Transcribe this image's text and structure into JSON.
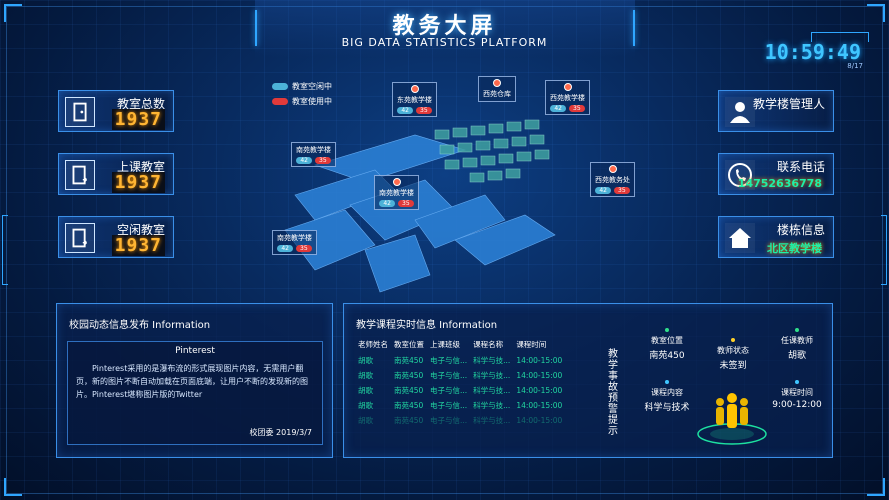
{
  "header": {
    "title": "教务大屏",
    "subtitle": "BIG DATA STATISTICS PLATFORM",
    "clock": "10:59:49",
    "date": "8/17"
  },
  "left_cards": [
    {
      "label": "教室总数",
      "value": "1937",
      "icon": "door-icon"
    },
    {
      "label": "上课教室",
      "value": "1937",
      "icon": "classroom-in-use-icon"
    },
    {
      "label": "空闲教室",
      "value": "1937",
      "icon": "classroom-free-icon"
    }
  ],
  "right_cards": [
    {
      "label": "教学楼管理人",
      "value": "",
      "icon": "person-icon"
    },
    {
      "label": "联系电话",
      "value": "14752636778",
      "icon": "phone-icon"
    },
    {
      "label": "楼栋信息",
      "value": "北区教学楼",
      "icon": "home-icon"
    }
  ],
  "legend": {
    "free": "教室空闲中",
    "used": "教室使用中",
    "free_color": "#4cb2d8",
    "used_color": "#e13a3a"
  },
  "buildings": [
    {
      "name": "东苑教学楼",
      "free": "42",
      "used": "35"
    },
    {
      "name": "西苑仓库"
    },
    {
      "name": "西苑教学楼",
      "free": "42",
      "used": "35"
    },
    {
      "name": "南苑教学楼",
      "free": "42",
      "used": "35"
    },
    {
      "name": "南苑教学楼",
      "free": "42",
      "used": "35"
    },
    {
      "name": "西苑教务处",
      "free": "42",
      "used": "35"
    },
    {
      "name": "南苑教学楼",
      "free": "42",
      "used": "35"
    }
  ],
  "news": {
    "title": "校园动态信息发布  Information",
    "head": "Pinterest",
    "body": "Pinterest采用的是瀑布流的形式展现图片内容，无需用户翻页，新的图片不断自动加载在页面底端，让用户不断的发现新的图片。Pinterest堪称图片版的Twitter",
    "sign": "校团委   2019/3/7"
  },
  "courses": {
    "title": "教学课程实时信息  Information",
    "columns": [
      "老师姓名",
      "教室位置",
      "上课班级",
      "课程名称",
      "课程时间"
    ],
    "rows": [
      [
        "胡歌",
        "南苑450",
        "电子与信...",
        "科学与技...",
        "14:00-15:00"
      ],
      [
        "胡歌",
        "南苑450",
        "电子与信...",
        "科学与技...",
        "14:00-15:00"
      ],
      [
        "胡歌",
        "南苑450",
        "电子与信...",
        "科学与技...",
        "14:00-15:00"
      ],
      [
        "胡歌",
        "南苑450",
        "电子与信...",
        "科学与技...",
        "14:00-15:00"
      ],
      [
        "胡歌",
        "南苑450",
        "电子与信...",
        "科学与技...",
        "14:00-15:00"
      ]
    ],
    "vertical": "教学事故预警提示",
    "details": [
      {
        "label": "教室位置",
        "value": "南苑450",
        "color": "#2fe08a"
      },
      {
        "label": "教师状态",
        "value": "未签到",
        "color": "#ffd02a"
      },
      {
        "label": "任课教师",
        "value": "胡歌",
        "color": "#2fe08a"
      },
      {
        "label": "课程内容",
        "value": "科学与技术",
        "color": "#3fc6ff"
      },
      {
        "label": "课程时间",
        "value": "9:00-12:00",
        "color": "#3fc6ff"
      }
    ]
  }
}
